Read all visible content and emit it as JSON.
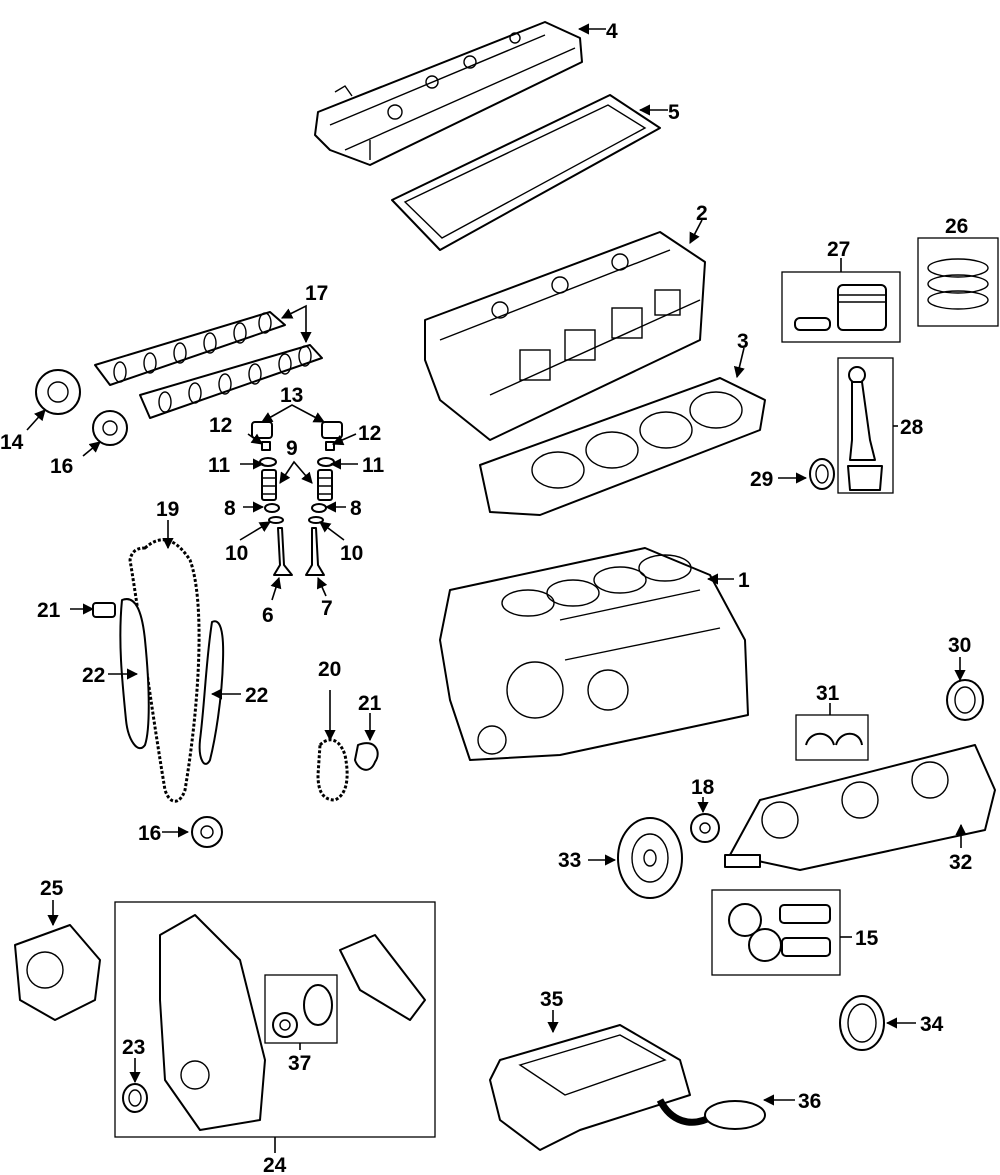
{
  "callouts": {
    "c1": "1",
    "c2": "2",
    "c3": "3",
    "c4": "4",
    "c5": "5",
    "c6": "6",
    "c7": "7",
    "c8a": "8",
    "c8b": "8",
    "c9": "9",
    "c10a": "10",
    "c10b": "10",
    "c11a": "11",
    "c11b": "11",
    "c12a": "12",
    "c12b": "12",
    "c13": "13",
    "c14": "14",
    "c15": "15",
    "c16a": "16",
    "c16b": "16",
    "c17": "17",
    "c18": "18",
    "c19": "19",
    "c20": "20",
    "c21a": "21",
    "c21b": "21",
    "c22a": "22",
    "c22b": "22",
    "c23": "23",
    "c24": "24",
    "c25": "25",
    "c26": "26",
    "c27": "27",
    "c28": "28",
    "c29": "29",
    "c30": "30",
    "c31": "31",
    "c32": "32",
    "c33": "33",
    "c34": "34",
    "c35": "35",
    "c36": "36",
    "c37": "37"
  }
}
